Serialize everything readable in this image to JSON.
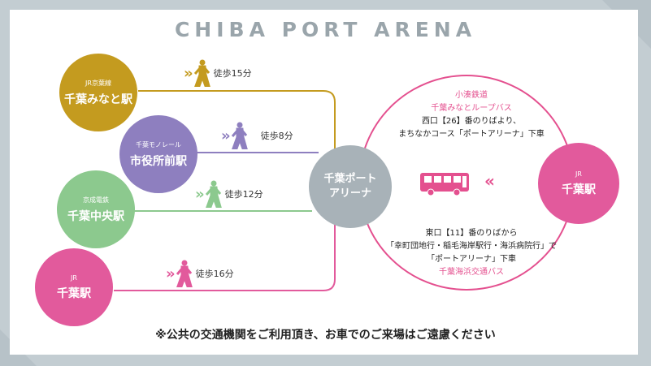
{
  "title": "CHIBA PORT ARENA",
  "colors": {
    "keiyo": "#c49b1f",
    "monorail": "#8e7fbf",
    "keisei": "#8cc98e",
    "jr_chiba": "#e25a9c",
    "arena": "#a8b2b8",
    "bus": "#e4508f"
  },
  "stations": [
    {
      "line": "JR京葉線",
      "name": "千葉みなと駅",
      "walk": "徒歩15分"
    },
    {
      "line": "千葉モノレール",
      "name": "市役所前駅",
      "walk": "徒歩8分"
    },
    {
      "line": "京成電鉄",
      "name": "千葉中央駅",
      "walk": "徒歩12分"
    },
    {
      "line": "JR",
      "name": "千葉駅",
      "walk": "徒歩16分"
    }
  ],
  "destination": {
    "line1": "千葉ポート",
    "line2": "アリーナ"
  },
  "bus_station": {
    "line": "JR",
    "name": "千葉駅"
  },
  "bus_top": {
    "operator": "小湊鉄道",
    "route": "千葉みなとループバス",
    "line1": "西口【26】番のりばより、",
    "line2": "まちなかコース「ポートアリーナ」下車"
  },
  "bus_bottom": {
    "line1": "東口【11】番のりばから",
    "line2": "「幸町団地行・稲毛海岸駅行・海浜病院行」で",
    "line3": "「ポートアリーナ」下車",
    "operator": "千葉海浜交通バス"
  },
  "icons": {
    "walker": "walking-person-icon",
    "bus": "bus-icon",
    "chevron": "double-chevron-icon"
  },
  "note": "※公共の交通機関をご利用頂き、お車でのご来場はご遠慮ください"
}
